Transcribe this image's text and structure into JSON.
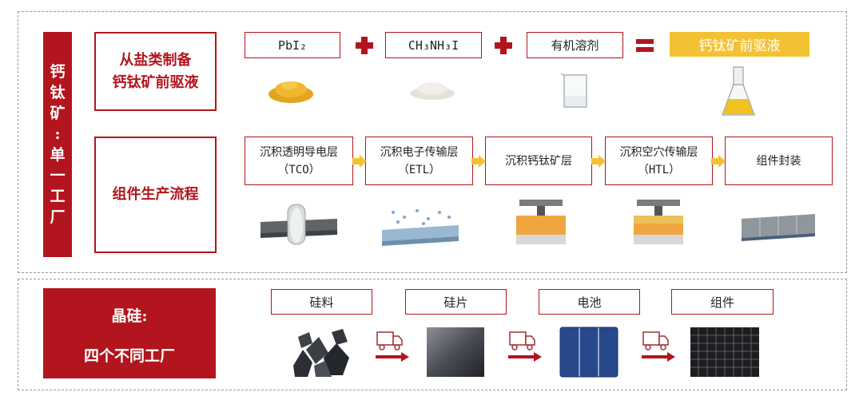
{
  "perovskite": {
    "side_label_chars": [
      "钙",
      "钛",
      "矿",
      ":",
      "单",
      "一",
      "工",
      "厂"
    ],
    "precursor_box": [
      "从盐类制备",
      "钙钛矿前驱液"
    ],
    "process_box": "组件生产流程",
    "ingredients": [
      {
        "label": "PbI₂"
      },
      {
        "label": "CH₃NH₃I"
      },
      {
        "label": "有机溶剂"
      }
    ],
    "result": "钙钛矿前驱液",
    "steps": [
      {
        "line1": "沉积透明导电层",
        "line2": "（TCO）"
      },
      {
        "line1": "沉积电子传输层",
        "line2": "（ETL）"
      },
      {
        "line1": "沉积钙钛矿层",
        "line2": ""
      },
      {
        "line1": "沉积空穴传输层",
        "line2": "（HTL）"
      },
      {
        "line1": "组件封装",
        "line2": ""
      }
    ]
  },
  "silicon": {
    "title": "晶硅:",
    "subtitle": "四个不同工厂",
    "steps": [
      {
        "label": "硅料"
      },
      {
        "label": "硅片"
      },
      {
        "label": "电池"
      },
      {
        "label": "组件"
      }
    ]
  },
  "colors": {
    "brand_red": "#b2151d",
    "accent_yellow": "#f3c234"
  }
}
